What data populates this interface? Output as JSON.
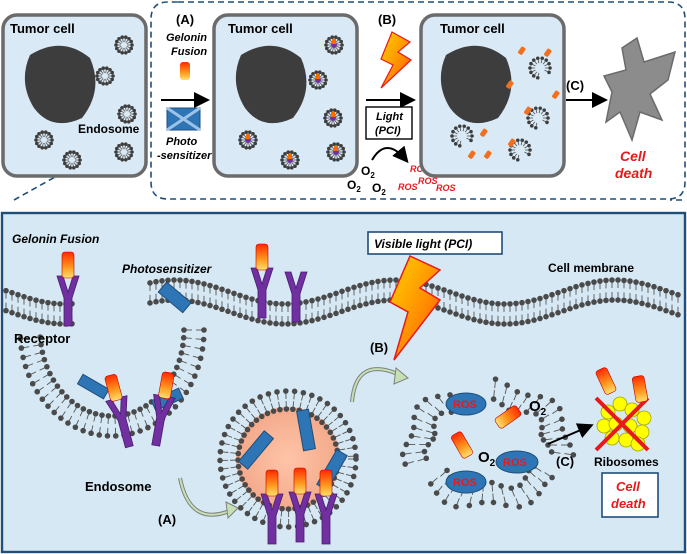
{
  "top": {
    "cell1_title": "Tumor cell",
    "cell2_title": "Tumor cell",
    "cell3_title": "Tumor cell",
    "endosome_label": "Endosome",
    "step_a": "(A)",
    "gelonin_line1": "Gelonin",
    "gelonin_line2": "Fusion",
    "photo_line1": "Photo",
    "photo_line2": "-sensitizer",
    "step_b": "(B)",
    "light_line1": "Light",
    "light_line2": "(PCI)",
    "o2_a": "O",
    "o2_a_sub": "2",
    "o2_b": "O",
    "o2_b_sub": "2",
    "o2_c": "O",
    "o2_c_sub": "2",
    "ros_1": "ROS",
    "ros_2": "ROS",
    "ros_3": "ROS",
    "ros_4": "ROS",
    "step_c": "(C)",
    "cell_death_1": "Cell",
    "cell_death_2": "death",
    "colors": {
      "cell_fill": "#d9e9f5",
      "cell_border": "#6b6b6b",
      "nucleus": "#3d3d3d",
      "dash_frame": "#1f4e79",
      "red_text": "#e8191c"
    }
  },
  "bottom": {
    "gelonin_fusion": "Gelonin Fusion",
    "photosensitizer": "Photosensitizer",
    "visible_light": "Visible light (PCI)",
    "cell_membrane": "Cell membrane",
    "receptor": "Receptor",
    "endosome": "Endosome",
    "step_a": "(A)",
    "step_b": "(B)",
    "step_c": "(C)",
    "ros_1": "ROS",
    "ros_2": "ROS",
    "ros_3": "ROS",
    "o2_1": "O",
    "o2_1_sub": "2",
    "o2_2": "O",
    "o2_2_sub": "2",
    "ribosomes": "Ribosomes",
    "cell_death_1": "Cell",
    "cell_death_2": "death",
    "colors": {
      "bg": "#d6e8f4",
      "frame": "#1f4e79",
      "receptor": "#7030a0",
      "ps": "#2e75b6",
      "ros_fill": "#2e75b6",
      "ribosome": "#ffff00",
      "red": "#e8191c"
    }
  }
}
